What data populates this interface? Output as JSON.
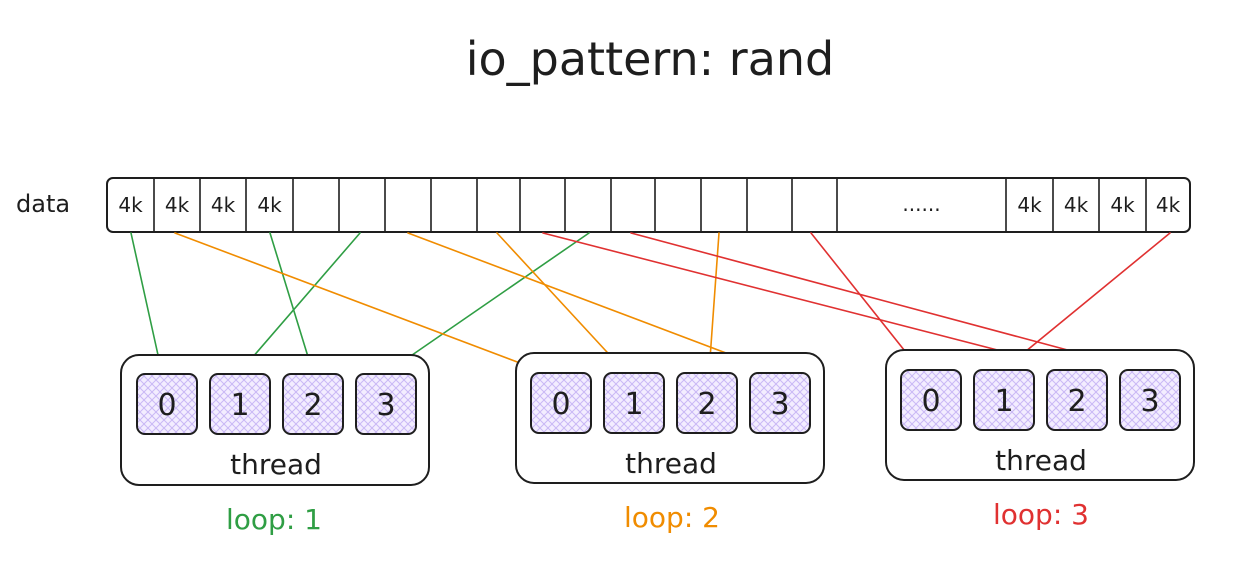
{
  "title": "io_pattern: rand",
  "data_label": "data",
  "cell_labels": [
    "4k",
    "4k",
    "4k",
    "4k",
    "",
    "",
    "",
    "",
    "",
    "",
    "",
    "",
    "",
    "",
    "",
    "",
    "......",
    "4k",
    "4k",
    "4k",
    "4k"
  ],
  "threads": [
    {
      "label": "thread",
      "slots": [
        "0",
        "1",
        "2",
        "3"
      ]
    },
    {
      "label": "thread",
      "slots": [
        "0",
        "1",
        "2",
        "3"
      ]
    },
    {
      "label": "thread",
      "slots": [
        "0",
        "1",
        "2",
        "3"
      ]
    }
  ],
  "loops": [
    {
      "label": "loop: 1",
      "color": "#2f9e44"
    },
    {
      "label": "loop: 2",
      "color": "#f08c00"
    },
    {
      "label": "loop: 3",
      "color": "#e03131"
    }
  ],
  "colors": {
    "stroke": "#1e1e1e",
    "slot_fill": "#e5dbff",
    "slot_hatch": "#d0bfff"
  }
}
